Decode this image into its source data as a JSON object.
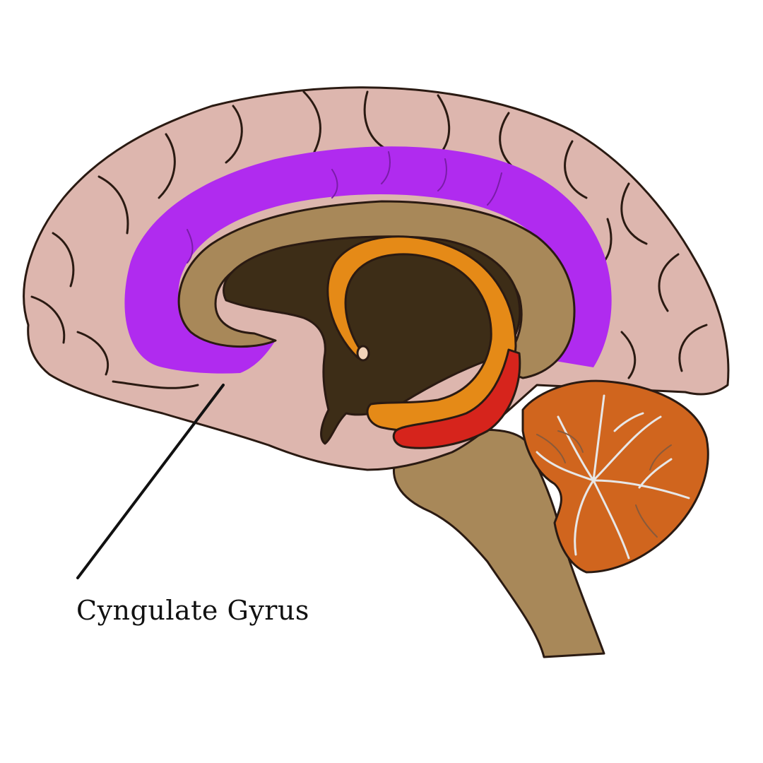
{
  "diagram": {
    "label": "Cyngulate Gyrus",
    "parts": [
      {
        "name": "cerebral-cortex",
        "color": "#DDB6AE"
      },
      {
        "name": "cingulate-gyrus",
        "color": "#B02BEF"
      },
      {
        "name": "corpus-callosum",
        "color": "#A88859"
      },
      {
        "name": "lateral-ventricle",
        "color": "#3D2D17"
      },
      {
        "name": "fornix",
        "color": "#E58A17"
      },
      {
        "name": "hippocampus",
        "color": "#D6241C"
      },
      {
        "name": "brainstem",
        "color": "#A88859"
      },
      {
        "name": "cerebellum",
        "color": "#D0651E"
      }
    ],
    "outline_color": "#2A1A12",
    "leader_line_color": "#111111"
  }
}
